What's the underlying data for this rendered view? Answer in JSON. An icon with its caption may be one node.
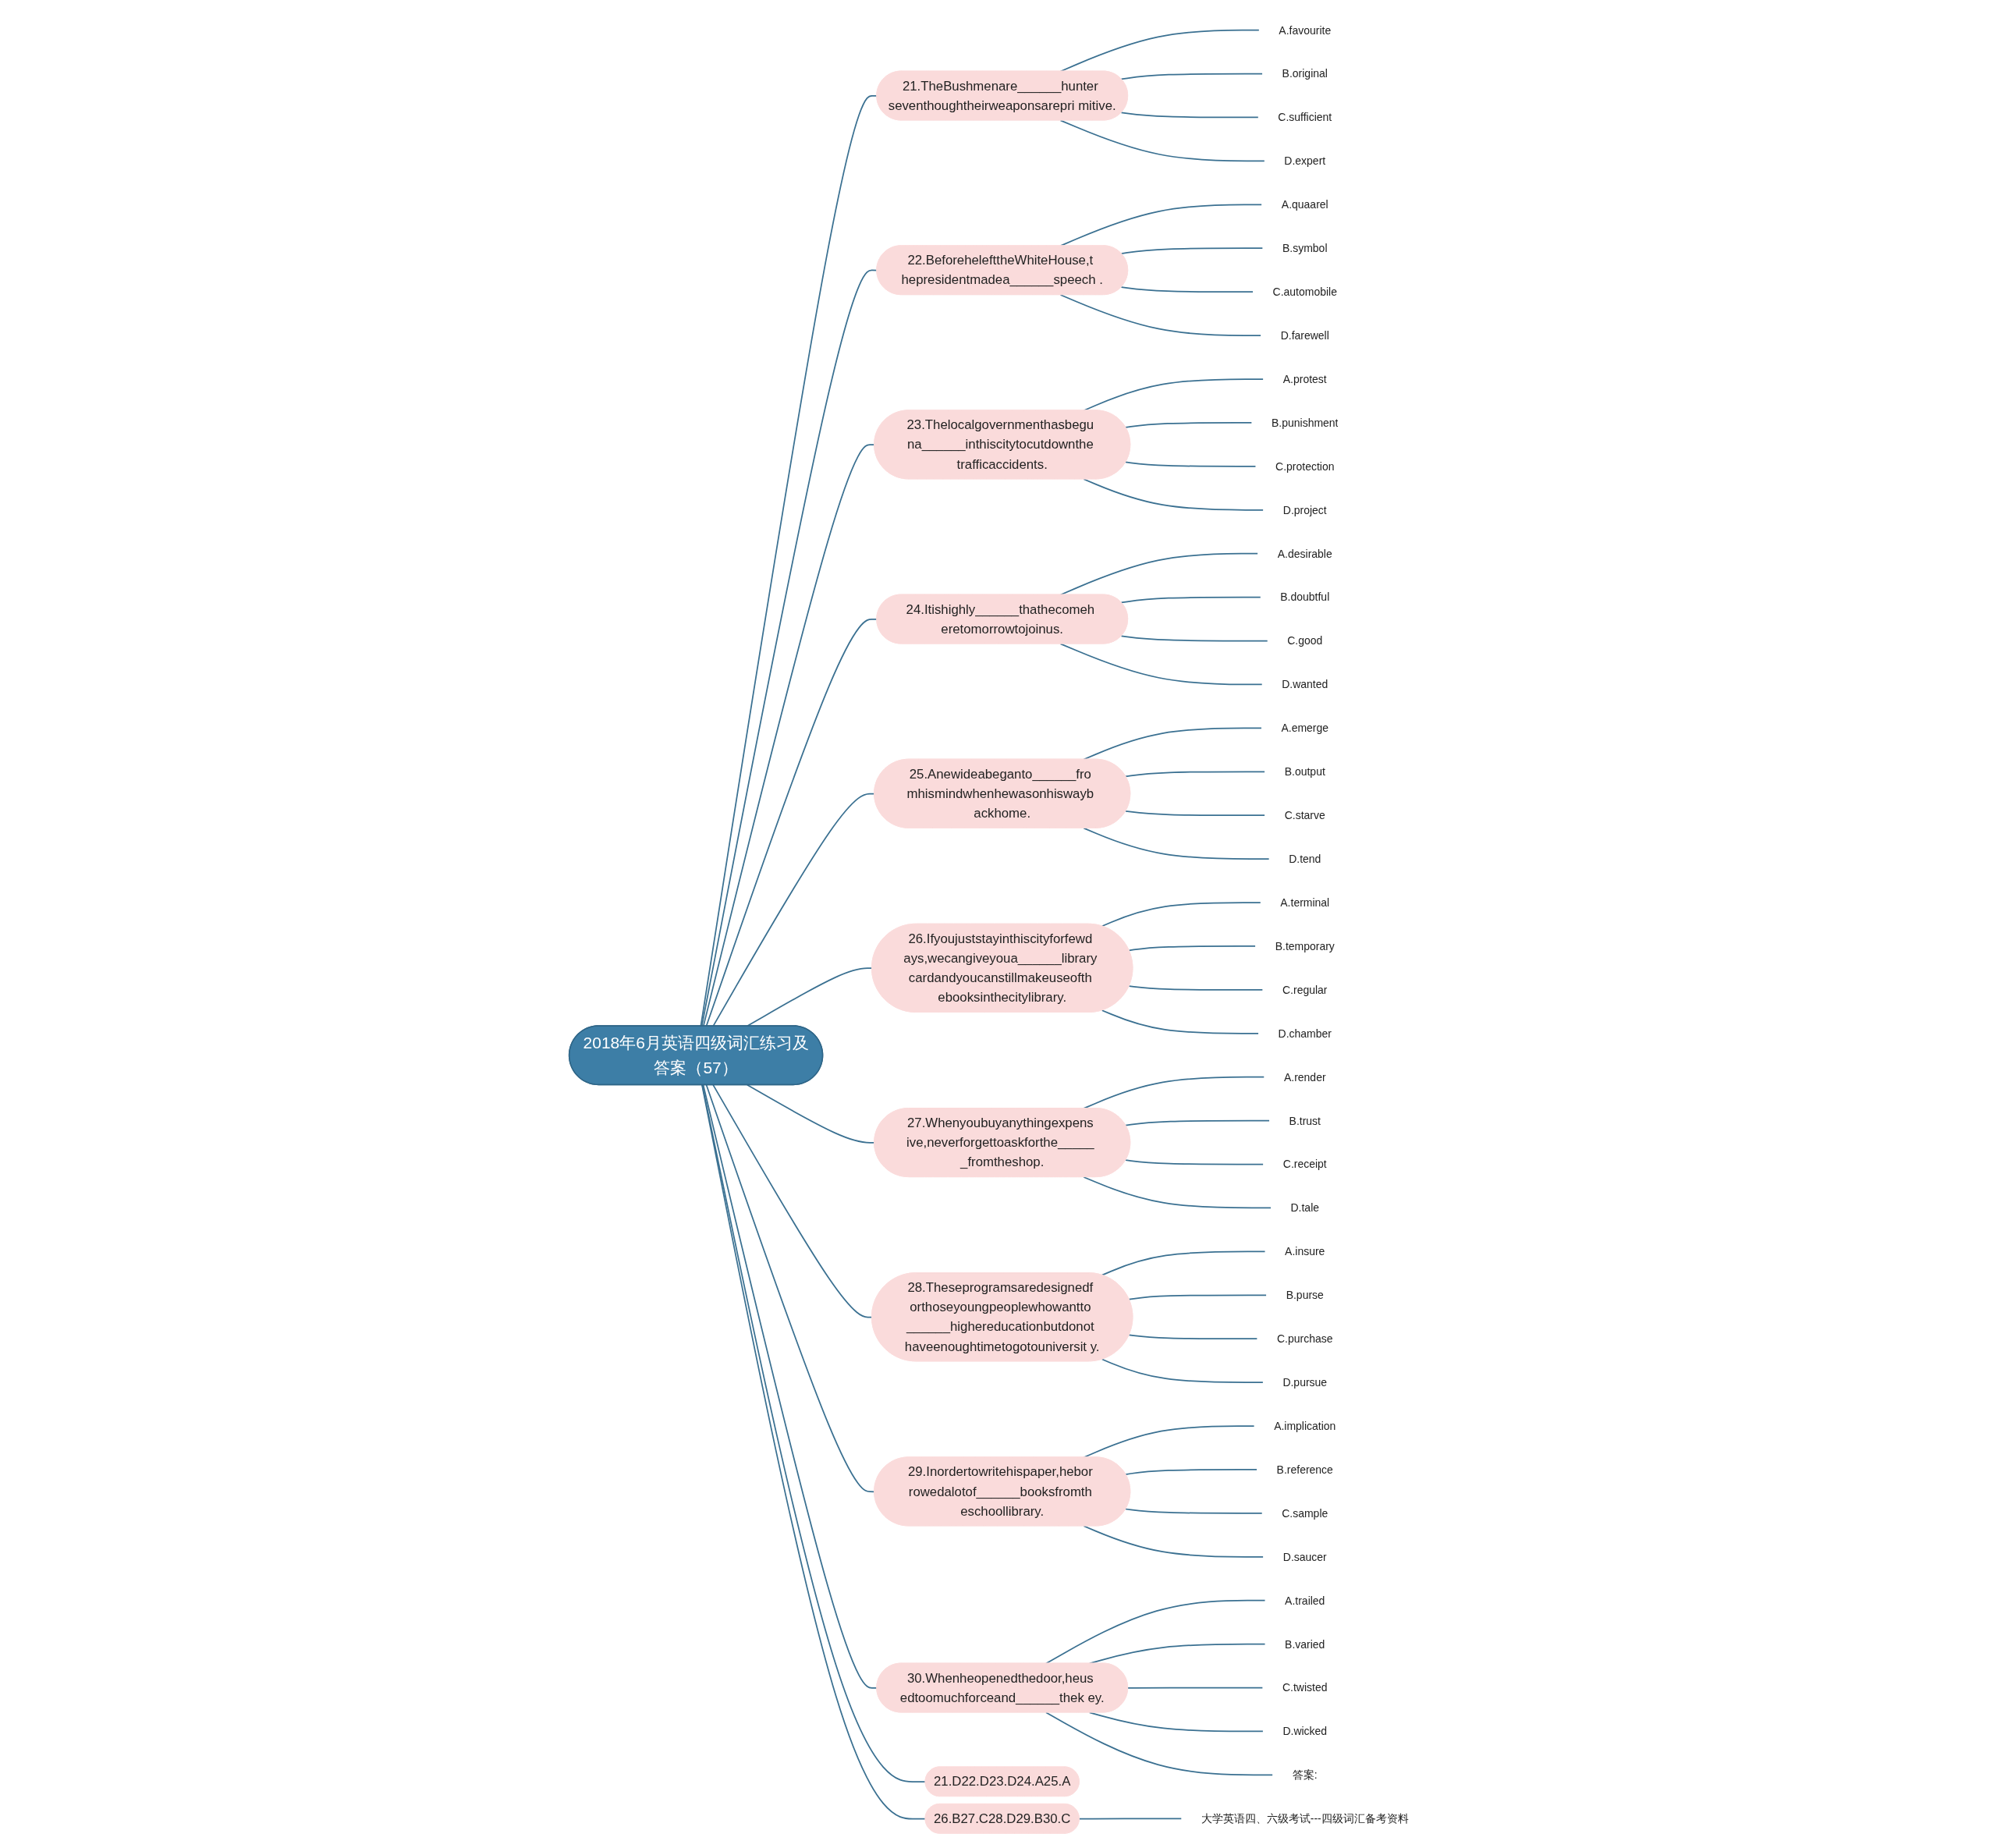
{
  "diagram": {
    "nodes": [
      {
        "text": [
          "2018年6月英语四级词汇练习及答案（57）"
        ]
      },
      {
        "text": [
          "21.TheBushmenare______hunter seventhoughtheirweaponsarepri mitive."
        ]
      },
      {
        "text": [
          "A.favourite"
        ]
      },
      {
        "text": [
          "B.original"
        ]
      },
      {
        "text": [
          "C.sufficient"
        ]
      },
      {
        "text": [
          "D.expert"
        ]
      },
      {
        "text": [
          "22.BeforehelefttheWhiteHouse,t hepresidentmadea______speech ."
        ]
      },
      {
        "text": [
          "A.quaarel"
        ]
      },
      {
        "text": [
          "B.symbol"
        ]
      },
      {
        "text": [
          "C.automobile"
        ]
      },
      {
        "text": [
          "D.farewell"
        ]
      },
      {
        "text": [
          "23.Thelocalgovernmenthasbegu na______inthiscitytocutdownthe trafficaccidents."
        ]
      },
      {
        "text": [
          "A.protest"
        ]
      },
      {
        "text": [
          "B.punishment"
        ]
      },
      {
        "text": [
          "C.protection"
        ]
      },
      {
        "text": [
          "D.project"
        ]
      },
      {
        "text": [
          "24.Itishighly______thathecomeh eretomorrowtojoinus."
        ]
      },
      {
        "text": [
          "A.desirable"
        ]
      },
      {
        "text": [
          "B.doubtful"
        ]
      },
      {
        "text": [
          "C.good"
        ]
      },
      {
        "text": [
          "D.wanted"
        ]
      },
      {
        "text": [
          "25.Anewideabeganto______fro mhismindwhenhewasonhiswayb ackhome."
        ]
      },
      {
        "text": [
          "A.emerge"
        ]
      },
      {
        "text": [
          "B.output"
        ]
      },
      {
        "text": [
          "C.starve"
        ]
      },
      {
        "text": [
          "D.tend"
        ]
      },
      {
        "text": [
          "26.Ifyoujuststayinthiscityforfewd ays,wecangiveyoua______library cardandyoucanstillmakeuseofth ebooksinthecitylibrary."
        ]
      },
      {
        "text": [
          "A.terminal"
        ]
      },
      {
        "text": [
          "B.temporary"
        ]
      },
      {
        "text": [
          "C.regular"
        ]
      },
      {
        "text": [
          "D.chamber"
        ]
      },
      {
        "text": [
          "27.Whenyoubuyanythingexpens ive,neverforgettoaskforthe_____ _fromtheshop."
        ]
      },
      {
        "text": [
          "A.render"
        ]
      },
      {
        "text": [
          "B.trust"
        ]
      },
      {
        "text": [
          "C.receipt"
        ]
      },
      {
        "text": [
          "D.tale"
        ]
      },
      {
        "text": [
          "28.Theseprogramsaredesignedf orthoseyoungpeoplewhowantto ______highereducationbutdonot haveenoughtimetogotouniversit y."
        ]
      },
      {
        "text": [
          "A.insure"
        ]
      },
      {
        "text": [
          "B.purse"
        ]
      },
      {
        "text": [
          "C.purchase"
        ]
      },
      {
        "text": [
          "D.pursue"
        ]
      },
      {
        "text": [
          "29.Inordertowritehispaper,hebor rowedalotof______booksfromth eschoollibrary."
        ]
      },
      {
        "text": [
          "A.implication"
        ]
      },
      {
        "text": [
          "B.reference"
        ]
      },
      {
        "text": [
          "C.sample"
        ]
      },
      {
        "text": [
          "D.saucer"
        ]
      },
      {
        "text": [
          "30.Whenheopenedthedoor,heus edtoomuchforceand______thek ey."
        ]
      },
      {
        "text": [
          "A.trailed"
        ]
      },
      {
        "text": [
          "B.varied"
        ]
      },
      {
        "text": [
          "C.twisted"
        ]
      },
      {
        "text": [
          "D.wicked"
        ]
      },
      {
        "text": [
          "答案:"
        ]
      },
      {
        "text": [
          "21.D22.D23.D24.A25.A"
        ]
      },
      {
        "text": [
          "26.B27.C28.D29.B30.C"
        ]
      },
      {
        "text": [
          "大学英语四、六级考试---四级词汇备考资料"
        ]
      }
    ],
    "edges": [
      {
        "from": 0,
        "to": 1,
        "arrow": "none"
      },
      {
        "from": 1,
        "to": 2,
        "arrow": "none"
      },
      {
        "from": 1,
        "to": 3,
        "arrow": "none"
      },
      {
        "from": 1,
        "to": 4,
        "arrow": "none"
      },
      {
        "from": 1,
        "to": 5,
        "arrow": "none"
      },
      {
        "from": 0,
        "to": 6,
        "arrow": "none"
      },
      {
        "from": 6,
        "to": 7,
        "arrow": "none"
      },
      {
        "from": 6,
        "to": 8,
        "arrow": "none"
      },
      {
        "from": 6,
        "to": 9,
        "arrow": "none"
      },
      {
        "from": 6,
        "to": 10,
        "arrow": "none"
      },
      {
        "from": 0,
        "to": 11,
        "arrow": "none"
      },
      {
        "from": 11,
        "to": 12,
        "arrow": "none"
      },
      {
        "from": 11,
        "to": 13,
        "arrow": "none"
      },
      {
        "from": 11,
        "to": 14,
        "arrow": "none"
      },
      {
        "from": 11,
        "to": 15,
        "arrow": "none"
      },
      {
        "from": 0,
        "to": 16,
        "arrow": "none"
      },
      {
        "from": 16,
        "to": 17,
        "arrow": "none"
      },
      {
        "from": 16,
        "to": 18,
        "arrow": "none"
      },
      {
        "from": 16,
        "to": 19,
        "arrow": "none"
      },
      {
        "from": 16,
        "to": 20,
        "arrow": "none"
      },
      {
        "from": 0,
        "to": 21,
        "arrow": "none"
      },
      {
        "from": 21,
        "to": 22,
        "arrow": "none"
      },
      {
        "from": 21,
        "to": 23,
        "arrow": "none"
      },
      {
        "from": 21,
        "to": 24,
        "arrow": "none"
      },
      {
        "from": 21,
        "to": 25,
        "arrow": "none"
      },
      {
        "from": 0,
        "to": 26,
        "arrow": "none"
      },
      {
        "from": 26,
        "to": 27,
        "arrow": "none"
      },
      {
        "from": 26,
        "to": 28,
        "arrow": "none"
      },
      {
        "from": 26,
        "to": 29,
        "arrow": "none"
      },
      {
        "from": 26,
        "to": 30,
        "arrow": "none"
      },
      {
        "from": 0,
        "to": 31,
        "arrow": "none"
      },
      {
        "from": 31,
        "to": 32,
        "arrow": "none"
      },
      {
        "from": 31,
        "to": 33,
        "arrow": "none"
      },
      {
        "from": 31,
        "to": 34,
        "arrow": "none"
      },
      {
        "from": 31,
        "to": 35,
        "arrow": "none"
      },
      {
        "from": 0,
        "to": 36,
        "arrow": "none"
      },
      {
        "from": 36,
        "to": 37,
        "arrow": "none"
      },
      {
        "from": 36,
        "to": 38,
        "arrow": "none"
      },
      {
        "from": 36,
        "to": 39,
        "arrow": "none"
      },
      {
        "from": 36,
        "to": 40,
        "arrow": "none"
      },
      {
        "from": 0,
        "to": 41,
        "arrow": "none"
      },
      {
        "from": 41,
        "to": 42,
        "arrow": "none"
      },
      {
        "from": 41,
        "to": 43,
        "arrow": "none"
      },
      {
        "from": 41,
        "to": 44,
        "arrow": "none"
      },
      {
        "from": 41,
        "to": 45,
        "arrow": "none"
      },
      {
        "from": 0,
        "to": 46,
        "arrow": "none"
      },
      {
        "from": 46,
        "to": 47,
        "arrow": "none"
      },
      {
        "from": 46,
        "to": 48,
        "arrow": "none"
      },
      {
        "from": 46,
        "to": 49,
        "arrow": "none"
      },
      {
        "from": 46,
        "to": 50,
        "arrow": "none"
      },
      {
        "from": 46,
        "to": 51,
        "arrow": "none"
      },
      {
        "from": 0,
        "to": 52,
        "arrow": "none"
      },
      {
        "from": 0,
        "to": 53,
        "arrow": "none"
      },
      {
        "from": 53,
        "to": 54,
        "arrow": "none"
      }
    ]
  }
}
